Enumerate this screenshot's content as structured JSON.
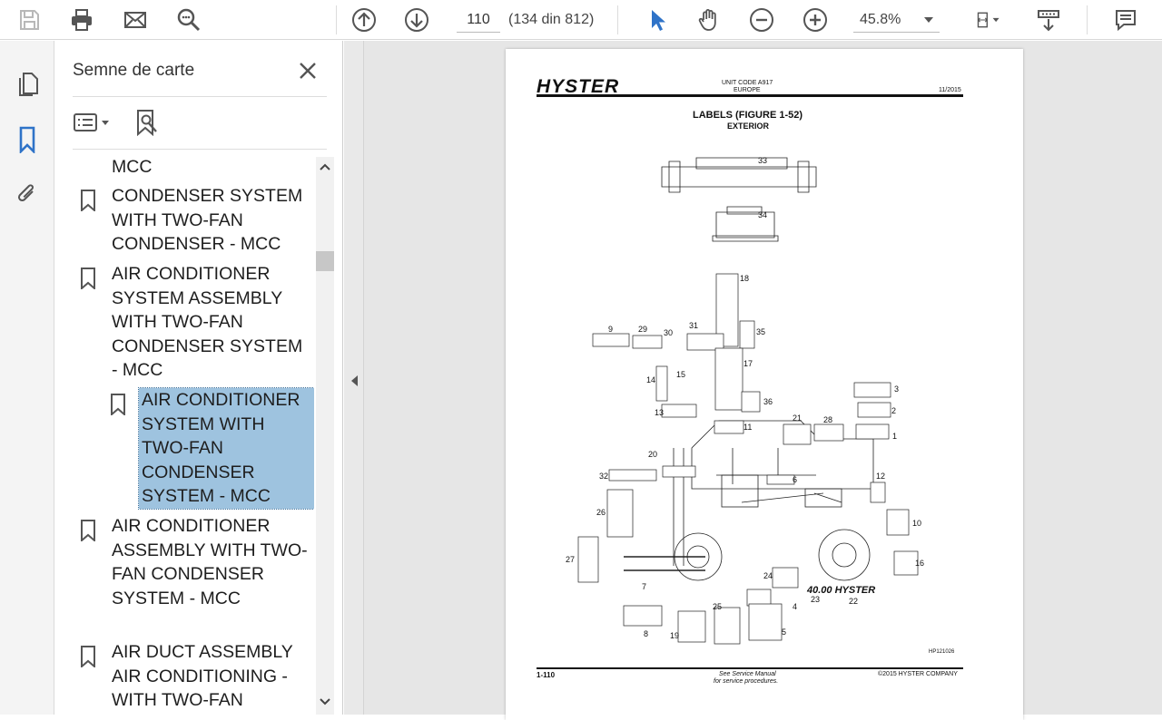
{
  "toolbar": {
    "page_current": "110",
    "page_count": "(134 din 812)",
    "zoom": "45.8%",
    "icons": [
      "save-icon",
      "print-icon",
      "email-icon",
      "search-zoom-icon",
      "prev-page-icon",
      "next-page-icon",
      "select-cursor-icon",
      "hand-icon",
      "zoom-out-icon",
      "zoom-in-icon",
      "fit-page-icon",
      "scroll-mode-icon",
      "comment-icon"
    ]
  },
  "rail": {
    "icons": [
      "pages-icon",
      "bookmark-icon",
      "attachment-icon"
    ]
  },
  "panel": {
    "title": "Semne de carte",
    "items": [
      {
        "label": "MCC",
        "has_icon": false,
        "selected": false
      },
      {
        "label": "CONDENSER SYSTEM WITH TWO-FAN CONDENSER - MCC",
        "has_icon": true,
        "selected": false
      },
      {
        "label": "AIR CONDITIONER SYSTEM ASSEMBLY WITH TWO-FAN CONDENSER SYSTEM - MCC",
        "has_icon": true,
        "selected": false
      },
      {
        "label": "AIR CONDITIONER SYSTEM WITH TWO-FAN CONDENSER SYSTEM - MCC",
        "has_icon": true,
        "selected": true
      },
      {
        "label": "AIR CONDITIONER ASSEMBLY WITH TWO-FAN CONDENSER SYSTEM - MCC",
        "has_icon": true,
        "selected": false
      },
      {
        "label": "AIR DUCT ASSEMBLY AIR CONDITIONING - WITH TWO-FAN",
        "has_icon": true,
        "selected": false
      }
    ]
  },
  "document": {
    "brand": "HYSTER",
    "unit_code": "UNIT CODE A917",
    "region": "EUROPE",
    "date": "11/2015",
    "figure_title": "LABELS (FIGURE 1-52)",
    "figure_subtitle": "EXTERIOR",
    "figure_id": "HP121026",
    "page_number": "1-110",
    "footer_note_1": "See Service Manual",
    "footer_note_2": "for service procedures.",
    "copyright": "©2015 HYSTER COMPANY",
    "model_label": "40.00",
    "callouts": [
      "33",
      "34",
      "18",
      "9",
      "29",
      "30",
      "31",
      "35",
      "17",
      "15",
      "14",
      "36",
      "13",
      "11",
      "3",
      "2",
      "1",
      "21",
      "28",
      "20",
      "32",
      "6",
      "12",
      "26",
      "10",
      "27",
      "16",
      "7",
      "24",
      "4",
      "23",
      "22",
      "8",
      "19",
      "25",
      "5"
    ]
  }
}
